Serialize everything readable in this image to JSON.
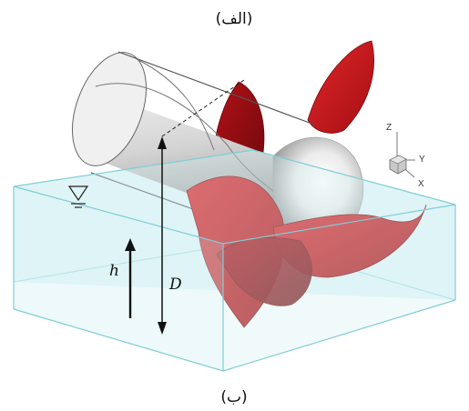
{
  "captions": {
    "top": "(الف)",
    "bottom": "(ب)"
  },
  "labels": {
    "h": "h",
    "D": "D"
  },
  "axes": {
    "z": "Z",
    "y": "Y",
    "x": "X"
  },
  "colors": {
    "water_fill": "#dff4f6",
    "water_edge": "#8fd4dc",
    "blade": "#c8141a",
    "blade_dark": "#8a0b0e",
    "hub_light": "#ffffff",
    "hub_mid": "#d9d9d9",
    "hub_dark": "#8c8c8c"
  },
  "icons": {
    "free_surface": "water-level-triangle-icon",
    "axis_triad": "axis-triad-icon"
  }
}
